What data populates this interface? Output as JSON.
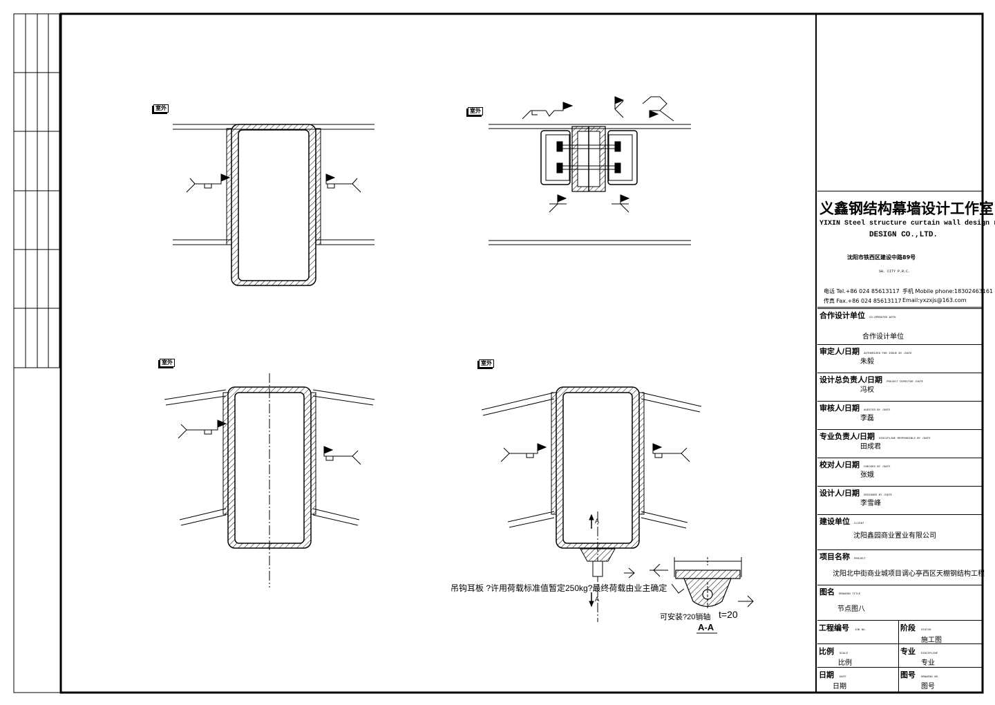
{
  "details": {
    "outdoor_label": "室外"
  },
  "title_block": {
    "company_cn": "义鑫钢结构幕墙设计工作室",
    "company_en_line1": "YIXIN Steel structure curtain wall design room",
    "company_en_line2": "DESIGN CO.,LTD.",
    "address": "沈阳市铁西区建设中路89号",
    "city": "SH. CITY P.R.C.",
    "tel": "电话 Tel.+86 024 85613117",
    "fax": "传真 Fax.+86 024 85613117",
    "mobile": "手机 Mobile phone:18302463161",
    "email": "Email:yxzxjs@163.com",
    "rows": [
      {
        "label": "合作设计单位",
        "label_en": "CO-OPERATED WITH",
        "value": "合作设计单位"
      },
      {
        "label": "审定人/日期",
        "label_en": "AUTHORIZED FOR ISSUE BY /DATE",
        "value": "朱毅"
      },
      {
        "label": "设计总负责人/日期",
        "label_en": "PROJECT DIRECTOR /DATE",
        "value": "冯权"
      },
      {
        "label": "审核人/日期",
        "label_en": "AUDITED BY /DATE",
        "value": "李磊"
      },
      {
        "label": "专业负责人/日期",
        "label_en": "DISCIPLINE RESPONSIBLE BY /DATE",
        "value": "田成君"
      },
      {
        "label": "校对人/日期",
        "label_en": "CHECKED BY /DATE",
        "value": "张娥"
      },
      {
        "label": "设计人/日期",
        "label_en": "DESIGNED BY /DATE",
        "value": "李雪峰"
      },
      {
        "label": "建设单位",
        "label_en": "CLIENT",
        "value": "沈阳鑫园商业置业有限公司"
      },
      {
        "label": "项目名称",
        "label_en": "PROJECT",
        "value": "沈阳北中街商业城项目调心亭西区天棚钢结构工程"
      },
      {
        "label": "图名",
        "label_en": "DRAWING TITLE",
        "value": "节点图八"
      }
    ],
    "job_no_label": "工程编号",
    "job_no_en": "JOB NO.",
    "stage_label": "阶段",
    "stage_en": "STATUS",
    "stage_value": "施工图",
    "scale_label": "比例",
    "scale_en": "SCALE",
    "scale_value": "比例",
    "discipline_label": "专业",
    "discipline_en": "DISCIPLINE",
    "discipline_value": "专业",
    "date_label": "日期",
    "date_en": "DATE",
    "date_value": "日期",
    "drawing_no_label": "图号",
    "drawing_no_en": "DRAWING NO.",
    "drawing_no_value": "图号"
  },
  "notes": {
    "lifting_note": "吊钩耳板 ?许用荷载标准值暂定250kg?最终荷载由业主确定",
    "bolt_note": "可安装?20销轴",
    "thickness": "t=20",
    "section_label": "A-A",
    "section_marker": "A"
  }
}
